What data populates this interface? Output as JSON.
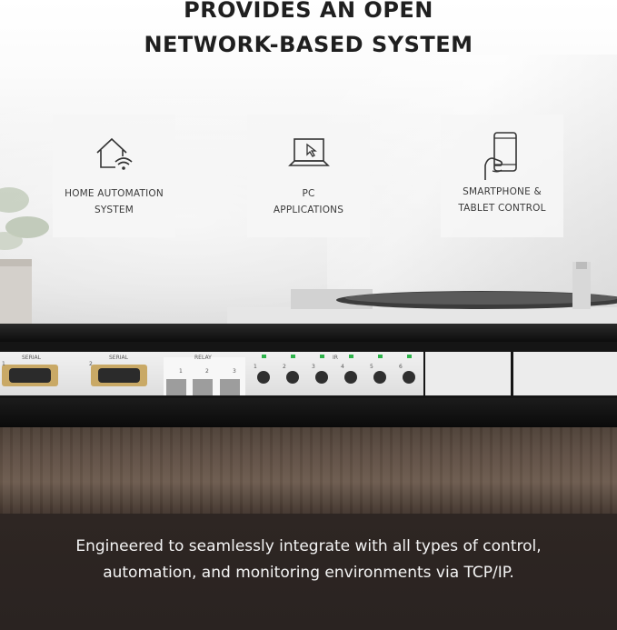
{
  "headline": {
    "line1": "PROVIDES AN OPEN",
    "line2": "NETWORK-BASED SYSTEM"
  },
  "cards": [
    {
      "icon": "home-wifi-icon",
      "line1": "HOME AUTOMATION",
      "line2": "SYSTEM"
    },
    {
      "icon": "laptop-cursor-icon",
      "line1": "PC",
      "line2": "APPLICATIONS"
    },
    {
      "icon": "smartphone-hand-icon",
      "line1": "SMARTPHONE &",
      "line2": "TABLET CONTROL"
    }
  ],
  "device": {
    "serial_label": "SERIAL",
    "serial_1": "1",
    "serial_2": "2",
    "relay_label": "RELAY",
    "relay_1": "1",
    "relay_2": "2",
    "relay_3": "3",
    "ir_label": "IR",
    "ir_1": "1",
    "ir_2": "2",
    "ir_3": "3",
    "ir_4": "4",
    "ir_5": "5",
    "ir_6": "6"
  },
  "caption": {
    "line1": "Engineered to seamlessly integrate with all types of control,",
    "line2": "automation, and monitoring environments via TCP/IP."
  },
  "colors": {
    "headline": "#1f1f1f",
    "caption_text": "#f4f4f4",
    "led_green": "#2db34a",
    "bottom_band": "#2a2321"
  }
}
